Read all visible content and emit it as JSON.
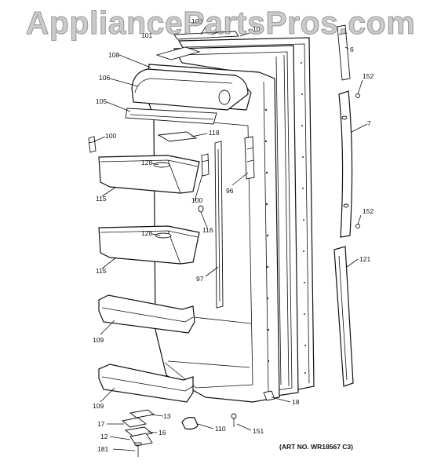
{
  "watermark": "AppliancePartsPros.com",
  "art_number": "(ART NO. WR18567 C3)",
  "part_labels": {
    "p6": "6",
    "p7": "7",
    "p152a": "152",
    "p152b": "152",
    "p121": "121",
    "p108": "108",
    "p106": "106",
    "p105": "105",
    "p118": "118",
    "p100a": "100",
    "p100b": "100",
    "p128a": "128",
    "p128b": "128",
    "p115a": "115",
    "p115b": "115",
    "p96": "96",
    "p116": "116",
    "p97": "97",
    "p109a": "109",
    "p109b": "109",
    "p18": "18",
    "p13": "13",
    "p17": "17",
    "p16": "16",
    "p12": "12",
    "p181": "181",
    "p110": "110",
    "p151": "151",
    "p101": "101",
    "p103": "103",
    "p10": "10"
  }
}
